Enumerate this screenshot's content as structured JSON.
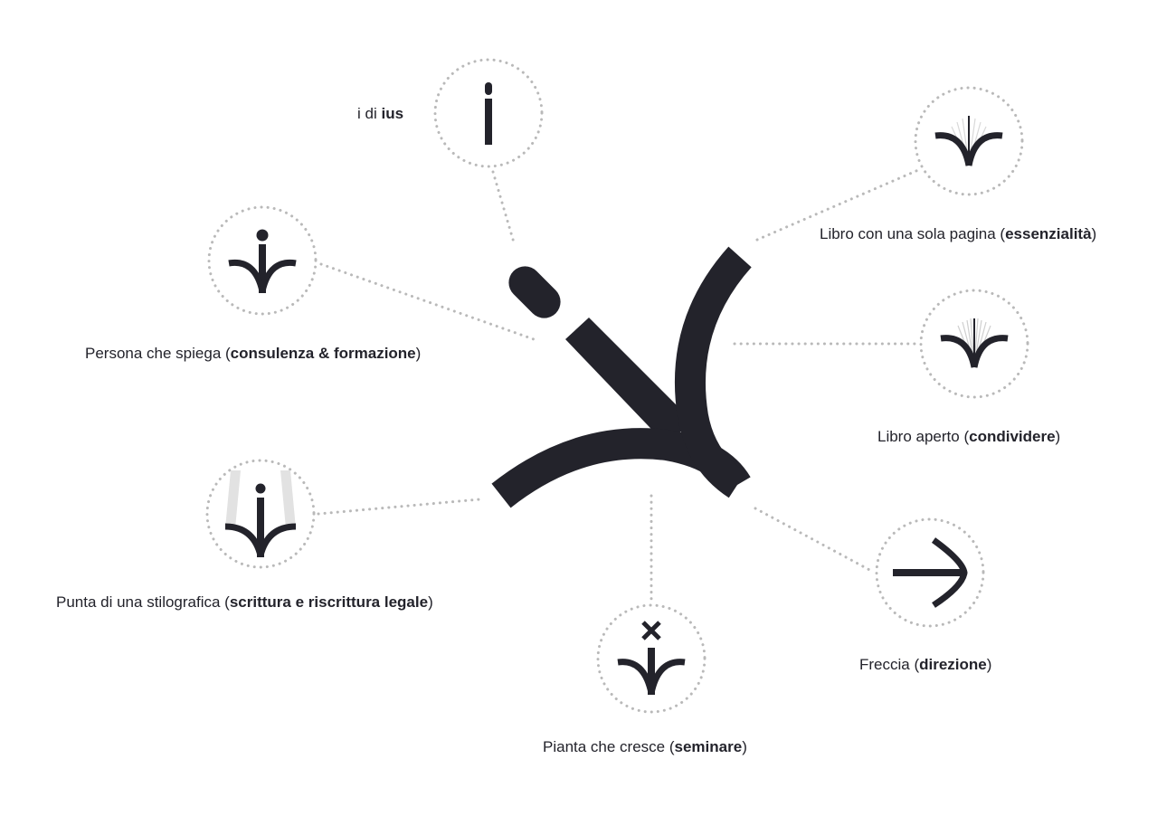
{
  "diagram": {
    "colors": {
      "ink": "#23232b",
      "dots": "#b9b9b9",
      "nib_shade": "#e2e2e2",
      "background": "#ffffff"
    },
    "nodes": [
      {
        "id": "ius",
        "icon": "letter-i-icon",
        "text": "i di ",
        "bold": "ius",
        "suffix": ""
      },
      {
        "id": "persona",
        "icon": "person-explaining-icon",
        "text": "Persona che spiega (",
        "bold": "consulenza & formazione",
        "suffix": ")"
      },
      {
        "id": "stilografica",
        "icon": "fountain-pen-nib-icon",
        "text": "Punta di una stilografica (",
        "bold": "scrittura e riscrittura legale",
        "suffix": ")"
      },
      {
        "id": "pianta",
        "icon": "growing-plant-icon",
        "text": "Pianta che cresce (",
        "bold": "seminare",
        "suffix": ")"
      },
      {
        "id": "freccia",
        "icon": "arrow-icon",
        "text": "Freccia (",
        "bold": "direzione",
        "suffix": ")"
      },
      {
        "id": "libro-aperto",
        "icon": "open-book-icon",
        "text": "Libro aperto (",
        "bold": "condividere",
        "suffix": ")"
      },
      {
        "id": "libro-pagina",
        "icon": "single-page-book-icon",
        "text": "Libro con una sola pagina (",
        "bold": "essenzialità",
        "suffix": ")"
      }
    ]
  }
}
